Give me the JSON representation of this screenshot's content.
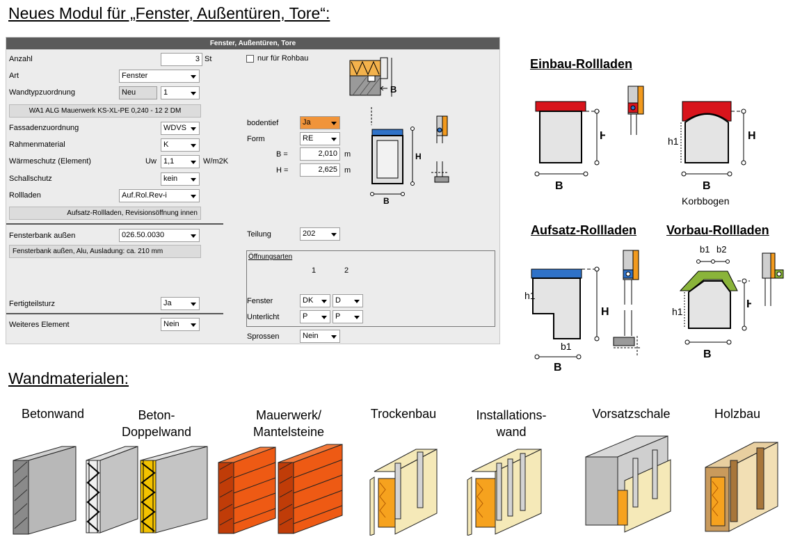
{
  "page": {
    "title": "Neues Modul für „Fenster, Außentüren, Tore“:",
    "wand_title": "Wandmaterialen:"
  },
  "dialog": {
    "header": "Fenster, Außentüren, Tore",
    "anzahl": {
      "label": "Anzahl",
      "value": "3",
      "unit": "St"
    },
    "art": {
      "label": "Art",
      "value": "Fenster"
    },
    "wandtyp": {
      "label": "Wandtypzuordnung",
      "neu": "Neu",
      "value": "1"
    },
    "wandtyp_info": "WA1 ALG Mauerwerk KS-XL-PE 0,240 - 12 2 DM",
    "fassade": {
      "label": "Fassadenzuordnung",
      "value": "WDVS"
    },
    "rahmen": {
      "label": "Rahmenmaterial",
      "value": "K"
    },
    "waerme": {
      "label": "Wärmeschutz (Element)",
      "sub": "Uw",
      "value": "1,1",
      "unit": "W/m2K"
    },
    "schall": {
      "label": "Schallschutz",
      "value": "kein"
    },
    "rollladen": {
      "label": "Rollladen",
      "value": "Auf.Rol.Rev-i"
    },
    "rollladen_info": "Aufsatz-Rollladen, Revisionsöffnung innen",
    "fensterbank": {
      "label": "Fensterbank außen",
      "value": "026.50.0030"
    },
    "fensterbank_info": "Fensterbank außen, Alu, Ausladung: ca. 210 mm",
    "fertigteil": {
      "label": "Fertigteilsturz",
      "value": "Ja"
    },
    "weiteres": {
      "label": "Weiteres Element",
      "value": "Nein"
    },
    "rohbau": {
      "label": "nur für Rohbau"
    },
    "bodentief": {
      "label": "bodentief",
      "value": "Ja"
    },
    "form": {
      "label": "Form",
      "value": "RE"
    },
    "b": {
      "label": "B =",
      "value": "2,010",
      "unit": "m"
    },
    "h": {
      "label": "H =",
      "value": "2,625",
      "unit": "m"
    },
    "teilung": {
      "label": "Teilung",
      "value": "202"
    },
    "oeffnung": {
      "title": "Öffnungsarten",
      "col1": "1",
      "col2": "2",
      "fenster": {
        "label": "Fenster",
        "v1": "DK",
        "v2": "D"
      },
      "unterlicht": {
        "label": "Unterlicht",
        "v1": "P",
        "v2": "P"
      }
    },
    "sprossen": {
      "label": "Sprossen",
      "value": "Nein"
    },
    "diagram": {
      "b": "B",
      "h": "H"
    }
  },
  "rollladen": {
    "einbau": {
      "title": "Einbau-Rollladen",
      "b": "B",
      "h": "H"
    },
    "korbbogen": {
      "b": "B",
      "h": "H",
      "h1": "h1",
      "caption": "Korbbogen"
    },
    "aufsatz": {
      "title": "Aufsatz-Rollladen",
      "b": "B",
      "h": "H",
      "h1": "h1",
      "b1": "b1"
    },
    "vorbau": {
      "title": "Vorbau-Rollladen",
      "b": "B",
      "h": "H",
      "h1": "h1",
      "b1": "b1",
      "b2": "b2"
    },
    "colors": {
      "red": "#d8141c",
      "blue": "#2f72c8",
      "green": "#8ab43a",
      "orange": "#f29a1e"
    }
  },
  "walls": [
    {
      "label": "Betonwand"
    },
    {
      "label": "Beton-\nDoppelwand"
    },
    {
      "label": "Mauerwerk/\nMantelsteine"
    },
    {
      "label": "Trockenbau"
    },
    {
      "label": "Installations-\nwand"
    },
    {
      "label": "Vorsatzschale"
    },
    {
      "label": "Holzbau"
    }
  ]
}
